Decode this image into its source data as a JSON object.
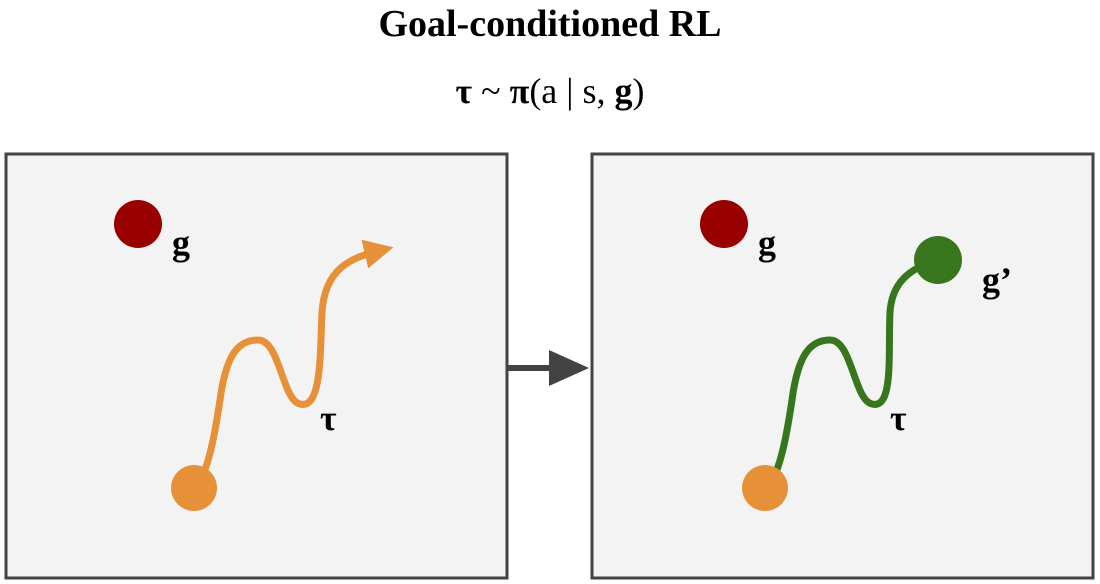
{
  "title": "Goal-conditioned RL",
  "formula": {
    "tau": "τ",
    "sim": " ~ ",
    "pi": "π",
    "open": "(a | s, ",
    "g": "g",
    "close": ")"
  },
  "left_panel": {
    "goal_label": "g",
    "trajectory_label": "τ"
  },
  "right_panel": {
    "goal_label": "g",
    "relabeled_goal_label": "g’",
    "trajectory_label": "τ"
  },
  "colors": {
    "goal": "#990000",
    "start": "#e69138",
    "trajectory_left": "#e69138",
    "trajectory_right": "#38761d",
    "relabeled_goal": "#38761d",
    "panel_fill": "#f3f3f3",
    "panel_border": "#434343",
    "arrow": "#434343"
  }
}
